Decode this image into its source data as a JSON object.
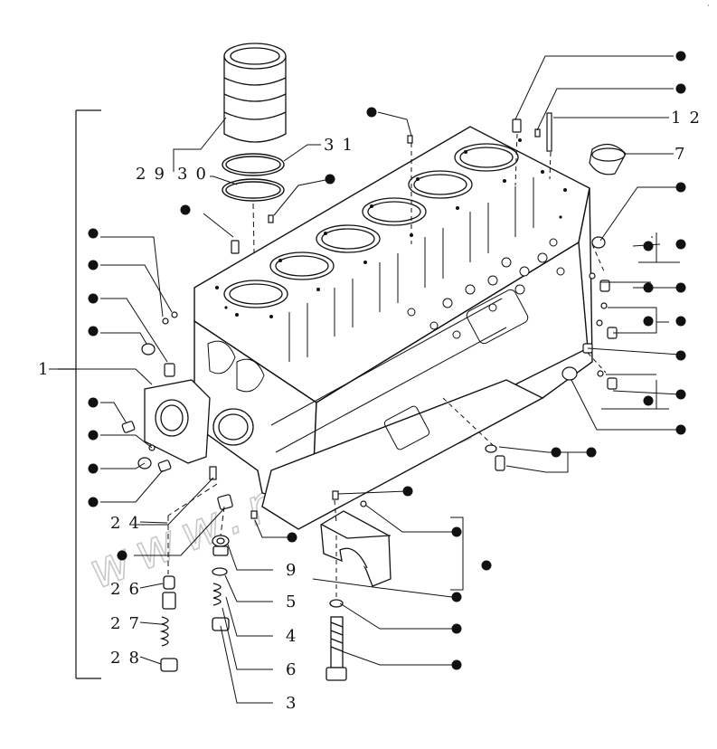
{
  "corner_mark": "·",
  "watermark": "www.rmbr.kz",
  "labels": {
    "l31": "31",
    "l29": "29",
    "l30": "30",
    "l12": "12",
    "l7": "7",
    "l1": "1",
    "l24": "24",
    "l26": "26",
    "l27": "27",
    "l28": "28",
    "l9": "9",
    "l5": "5",
    "l4": "4",
    "l6": "6",
    "l3": "3"
  }
}
